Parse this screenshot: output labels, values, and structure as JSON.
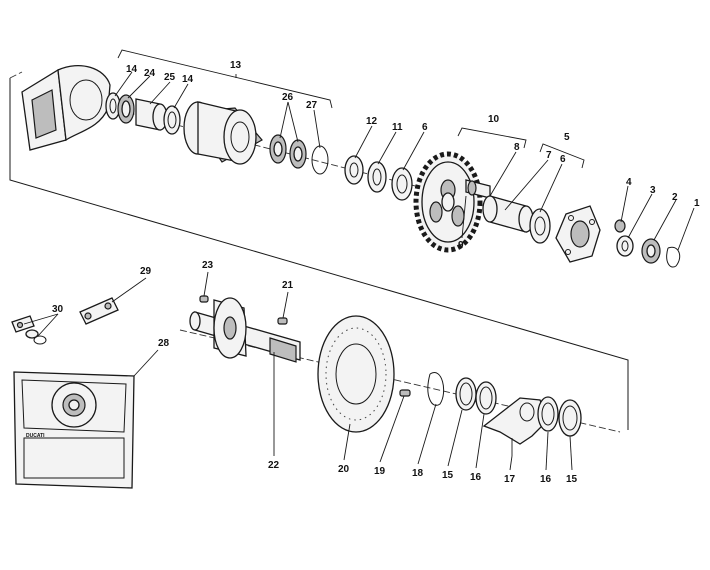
{
  "callouts": [
    "1",
    "2",
    "3",
    "4",
    "5",
    "6",
    "6",
    "7",
    "8",
    "9",
    "10",
    "11",
    "12",
    "13",
    "14",
    "24",
    "25",
    "14",
    "26",
    "27",
    "15",
    "16",
    "17",
    "16",
    "15",
    "18",
    "19",
    "20",
    "21",
    "22",
    "23",
    "28",
    "29",
    "30"
  ],
  "plate_text": "DUCATI",
  "colors": {
    "ink": "#1a1a1a",
    "part_fill": "#f3f3f3",
    "shade": "#bdbdbd"
  }
}
